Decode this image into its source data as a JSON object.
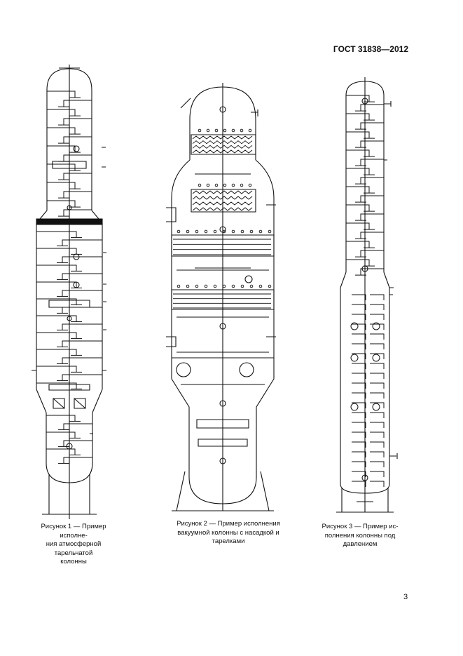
{
  "header": {
    "standard_code": "ГОСТ 31838—2012"
  },
  "figures": [
    {
      "drawing": "atmospheric-tray-column",
      "caption_lines": [
        "Рисунок 1 — Пример исполне-",
        "ния атмосферной тарельчатой",
        "колонны"
      ]
    },
    {
      "drawing": "vacuum-packed-tray-column",
      "caption_lines": [
        "Рисунок 2 — Пример исполнения",
        "вакуумной колонны с насадкой и",
        "тарелками"
      ]
    },
    {
      "drawing": "pressure-column",
      "caption_lines": [
        "Рисунок 3 — Пример ис-",
        "полнения колонны под",
        "давлением"
      ]
    }
  ],
  "footer": {
    "page_number": "3"
  }
}
